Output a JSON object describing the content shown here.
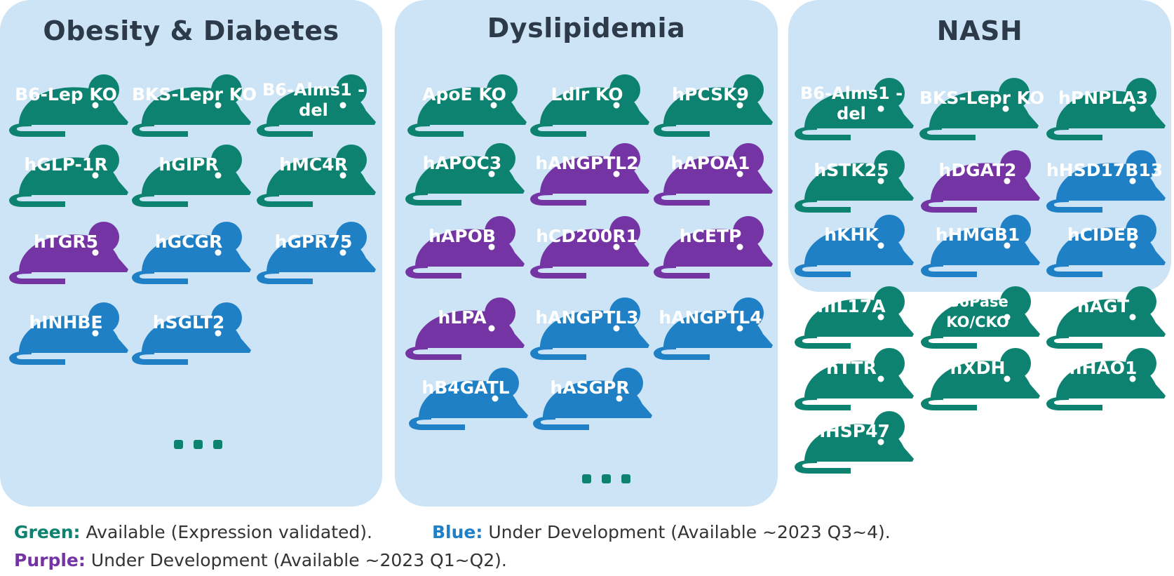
{
  "colors": {
    "green": "#0e8270",
    "blue": "#2080c6",
    "purple": "#7434a3",
    "panel": "#cce4f6",
    "title": "#2d3a4a"
  },
  "panels": [
    {
      "id": "obesity",
      "title": "Obesity & Diabetes"
    },
    {
      "id": "dyslipidemia",
      "title": "Dyslipidemia"
    },
    {
      "id": "nash",
      "title": "NASH"
    }
  ],
  "mice": [
    {
      "label": "B6-Lep KO",
      "color": "green"
    },
    {
      "label": "BKS-Lepr KO",
      "color": "green"
    },
    {
      "label": "B6-Alms1 -del",
      "color": "green"
    },
    {
      "label": "hGLP-1R",
      "color": "green"
    },
    {
      "label": "hGIPR",
      "color": "green"
    },
    {
      "label": "hMC4R",
      "color": "green"
    },
    {
      "label": "hTGR5",
      "color": "purple"
    },
    {
      "label": "hGCGR",
      "color": "blue"
    },
    {
      "label": "hGPR75",
      "color": "blue"
    },
    {
      "label": "hINHBE",
      "color": "blue"
    },
    {
      "label": "hSGLT2",
      "color": "blue"
    },
    {
      "label": "ApoE KO",
      "color": "green"
    },
    {
      "label": "Ldlr KO",
      "color": "green"
    },
    {
      "label": "hPCSK9",
      "color": "green"
    },
    {
      "label": "hAPOC3",
      "color": "green"
    },
    {
      "label": "hANGPTL2",
      "color": "purple"
    },
    {
      "label": "hAPOA1",
      "color": "purple"
    },
    {
      "label": "hAPOB",
      "color": "purple"
    },
    {
      "label": "hCD200R1",
      "color": "purple"
    },
    {
      "label": "hCETP",
      "color": "purple"
    },
    {
      "label": "hLPA",
      "color": "purple"
    },
    {
      "label": "hANGPTL3",
      "color": "blue"
    },
    {
      "label": "hANGPTL4",
      "color": "blue"
    },
    {
      "label": "hB4GATL",
      "color": "blue"
    },
    {
      "label": "hASGPR",
      "color": "blue"
    },
    {
      "label": "B6-Alms1 -del",
      "color": "green"
    },
    {
      "label": "BKS-Lepr KO",
      "color": "green"
    },
    {
      "label": "hPNPLA3",
      "color": "green"
    },
    {
      "label": "hSTK25",
      "color": "green"
    },
    {
      "label": "hDGAT2",
      "color": "purple"
    },
    {
      "label": "hHSD17B13",
      "color": "blue"
    },
    {
      "label": "hKHK",
      "color": "blue"
    },
    {
      "label": "hHMGB1",
      "color": "blue"
    },
    {
      "label": "hCIDEB",
      "color": "blue"
    },
    {
      "label": "hIL17A",
      "color": "green"
    },
    {
      "label": "G6Pase KO/CKO",
      "color": "green"
    },
    {
      "label": "hAGT",
      "color": "green"
    },
    {
      "label": "hTTR",
      "color": "green"
    },
    {
      "label": "hXDH",
      "color": "green"
    },
    {
      "label": "hHAO1",
      "color": "green"
    },
    {
      "label": "hHSP47",
      "color": "green"
    }
  ],
  "legend": {
    "green_key": "Green:",
    "green_text": " Available (Expression validated).",
    "blue_key": "Blue:",
    "blue_text": " Under Development (Available ~2023 Q3~4).",
    "purple_key": "Purple:",
    "purple_text": " Under Development (Available ~2023 Q1~Q2)."
  }
}
